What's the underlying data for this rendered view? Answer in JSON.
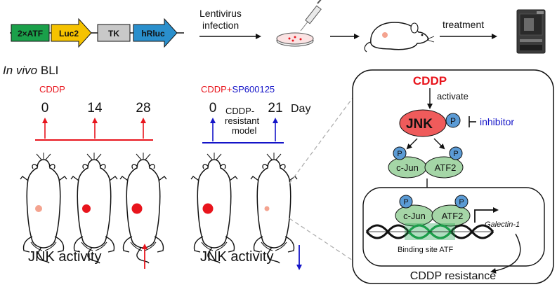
{
  "colors": {
    "red": "#e8141c",
    "blue": "#1414c8",
    "atf_green": "#1aa04a",
    "luc2_yellow": "#f5c200",
    "tk_gray": "#c8c8c8",
    "hrluc_blue": "#2a8fcc",
    "jnk_salmon": "#ef5b5b",
    "phospho_blue": "#5b9bd5",
    "tf_green": "#a5d6a7",
    "tumor_light": "#f4a38f",
    "tumor_dark": "#e8141c"
  },
  "construct": {
    "atf": "2×ATF",
    "luc2": "Luc2",
    "tk": "TK",
    "hrluc": "hRluc"
  },
  "workflow": {
    "infection_line1": "Lentivirus",
    "infection_line2": "infection",
    "treatment": "treatment"
  },
  "bli": {
    "title_italic": "In vivo",
    "title_rest": " BLI"
  },
  "left_timeline": {
    "drug": "CDDP",
    "days": [
      "0",
      "14",
      "28"
    ]
  },
  "right_timeline": {
    "drug_a": "CDDP+",
    "drug_b": "SP600125",
    "day_start": "0",
    "day_end": "21",
    "day_unit": "Day",
    "model_line1": "CDDP-",
    "model_line2": "resistant",
    "model_line3": "model"
  },
  "activity": {
    "left": "JNK activity",
    "right": "JNK activity"
  },
  "pathway": {
    "cddp": "CDDP",
    "activate": "activate",
    "jnk": "JNK",
    "phospho": "P",
    "inhibitor": "inhibitor",
    "cjun": "c-Jun",
    "atf2": "ATF2",
    "gene": "Galectin-1",
    "binding_site": "Binding site ATF",
    "resistance": "CDDP resistance"
  }
}
